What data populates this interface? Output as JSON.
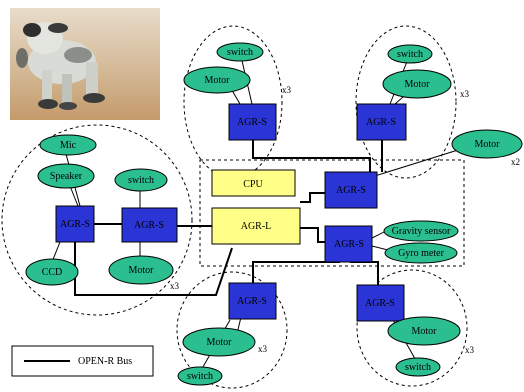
{
  "colors": {
    "agr_s": "#2b35d6",
    "agr_l": "#ffff88",
    "cpu": "#ffff88",
    "device": "#2bbf8f",
    "bus": "#000000"
  },
  "photo": {
    "icon": "aibo-robot-dog-photo"
  },
  "core": {
    "cpu": "CPU",
    "agr_l": "AGR-L",
    "agr_s_1": "AGR-S",
    "agr_s_2": "AGR-S"
  },
  "core_devices": {
    "gravity": "Gravity sensor",
    "gyro": "Gyro meter"
  },
  "right_motor": {
    "motor": "Motor",
    "mult": "x2"
  },
  "head": {
    "agr_s_a": "AGR-S",
    "agr_s_b": "AGR-S",
    "mic": "Mic",
    "speaker": "Speaker",
    "switch": "switch",
    "ccd": "CCD",
    "motor": "Motor",
    "mult": "x3"
  },
  "leg_tl": {
    "agr_s": "AGR-S",
    "switch": "switch",
    "motor": "Motor",
    "mult": "x3"
  },
  "leg_tr": {
    "agr_s": "AGR-S",
    "switch": "switch",
    "motor": "Motor",
    "mult": "x3"
  },
  "leg_bl": {
    "agr_s": "AGR-S",
    "switch": "switch",
    "motor": "Motor",
    "mult": "x3"
  },
  "leg_br": {
    "agr_s": "AGR-S",
    "switch": "switch",
    "motor": "Motor",
    "mult": "x3"
  },
  "legend": {
    "label": "OPEN-R Bus"
  }
}
